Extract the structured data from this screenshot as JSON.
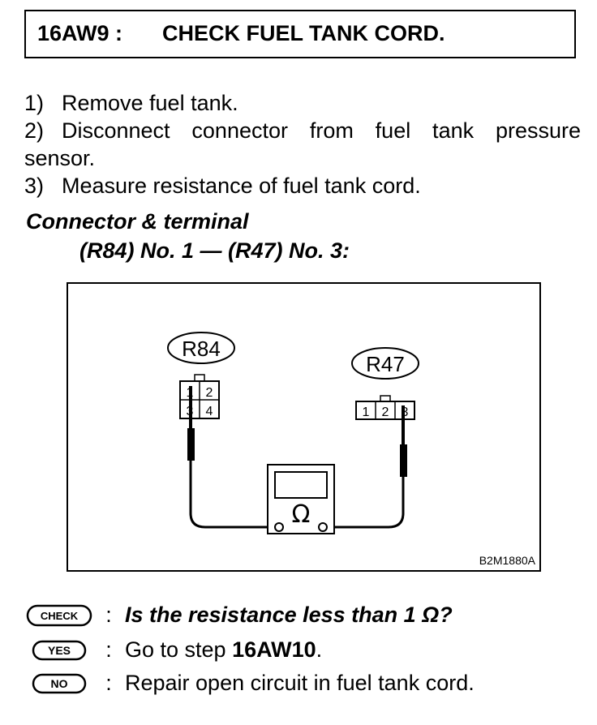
{
  "header": {
    "code": "16AW9 :",
    "title": "CHECK FUEL TANK CORD."
  },
  "steps": [
    {
      "num": "1)",
      "line1": "Remove fuel tank."
    },
    {
      "num": "2)",
      "line1": "Disconnect connector from fuel tank pressure",
      "line2": "sensor."
    },
    {
      "num": "3)",
      "line1": "Measure resistance of fuel tank cord."
    }
  ],
  "connector": {
    "label": "Connector & terminal",
    "value": "(R84) No. 1 — (R47) No. 3:"
  },
  "diagram": {
    "left_connector": {
      "name": "R84",
      "pins": [
        "1",
        "2",
        "3",
        "4"
      ]
    },
    "right_connector": {
      "name": "R47",
      "pins": [
        "1",
        "2",
        "3"
      ]
    },
    "meter_symbol": "Ω",
    "figure_code": "B2M1880A"
  },
  "answers": {
    "check": {
      "badge": "CHECK",
      "separator": ":",
      "text": "Is the resistance less than 1 Ω?"
    },
    "yes": {
      "badge": "YES",
      "separator": ":",
      "prefix": "Go to step ",
      "target": "16AW10",
      "suffix": "."
    },
    "no": {
      "badge": "NO",
      "separator": ":",
      "text": "Repair open circuit in fuel tank cord."
    }
  }
}
